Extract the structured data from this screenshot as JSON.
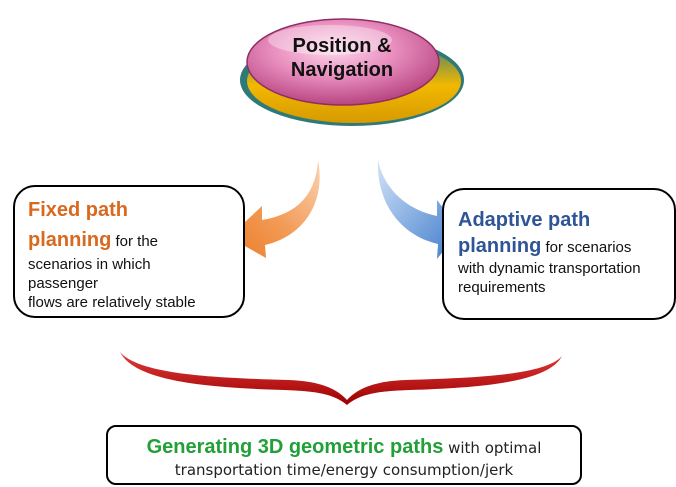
{
  "colors": {
    "fixed_heading": "#d8691f",
    "adaptive_heading": "#2f5597",
    "result_heading": "#21a038",
    "ellipse_top": "#e46aa8",
    "ellipse_base": "#f0b400",
    "brace": "#c00000"
  },
  "top_node": {
    "line1": "Position &",
    "line2": "Navigation"
  },
  "fixed": {
    "heading_line1": "Fixed path",
    "heading_line2": "planning",
    "tail_line2": " for the",
    "line3": "scenarios in which",
    "line4": "passenger",
    "line5": "flows are relatively stable"
  },
  "adaptive": {
    "heading_line1": "Adaptive path",
    "heading_line2": "planning",
    "tail_line2": " for scenarios",
    "line3": "with dynamic transportation",
    "line4": "requirements"
  },
  "result": {
    "heading": "Generating 3D geometric paths",
    "tail": " with optimal",
    "line2": "transportation time/energy consumption/jerk"
  },
  "icons": {
    "left_arrow": "curved-arrow-left-icon",
    "right_arrow": "curved-arrow-right-icon",
    "brace": "curly-brace-icon"
  }
}
